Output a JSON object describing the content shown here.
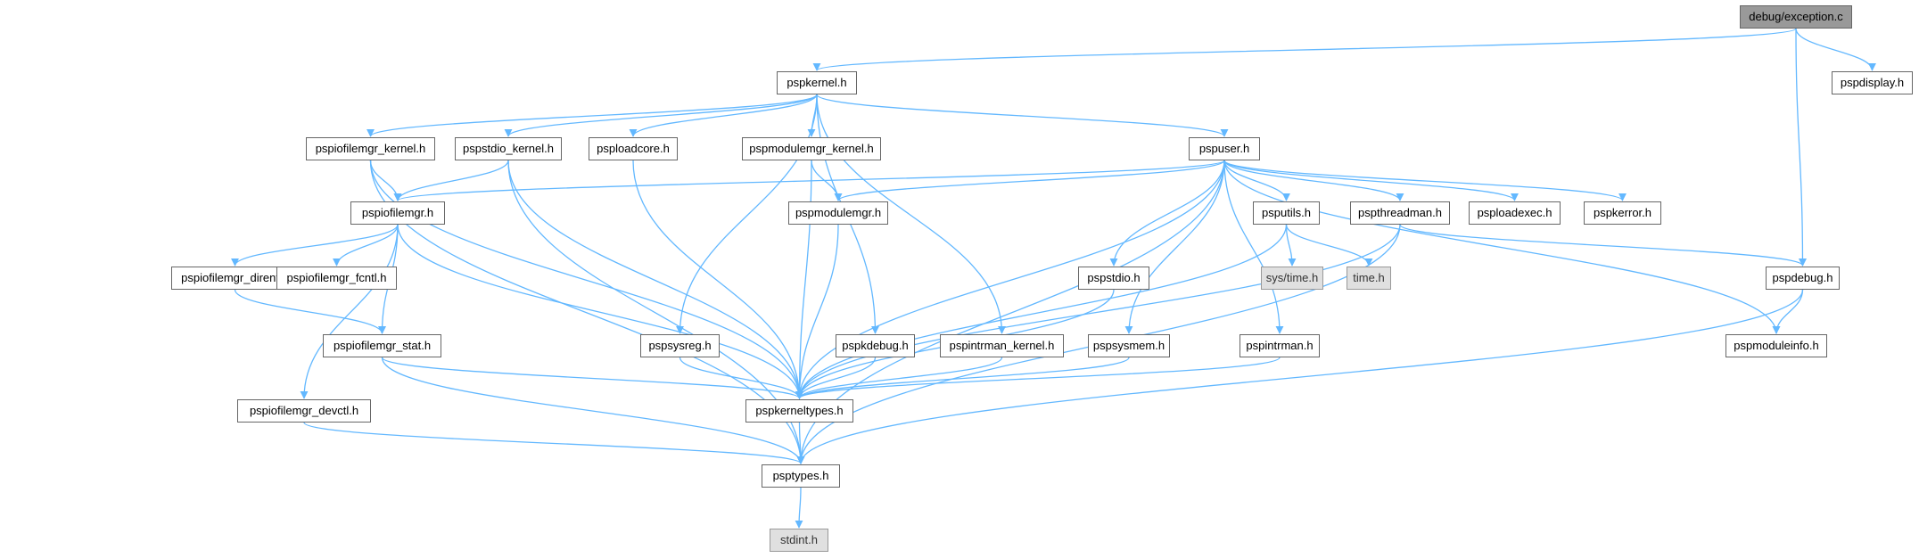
{
  "graph_title": "",
  "colors": {
    "edge": "#63b8ff",
    "node_border": "#666666",
    "root_fill": "#999999",
    "system_fill": "#e0e0e0"
  },
  "nodes": [
    {
      "id": "exception",
      "label": "debug/exception.c",
      "kind": "root"
    },
    {
      "id": "pspkernel",
      "label": "pspkernel.h",
      "kind": "header"
    },
    {
      "id": "pspdisplay",
      "label": "pspdisplay.h",
      "kind": "header"
    },
    {
      "id": "pspdebug",
      "label": "pspdebug.h",
      "kind": "header"
    },
    {
      "id": "pspiofilemgr_kernel",
      "label": "pspiofilemgr_kernel.h",
      "kind": "header"
    },
    {
      "id": "pspstdio_kernel",
      "label": "pspstdio_kernel.h",
      "kind": "header"
    },
    {
      "id": "psploadcore",
      "label": "psploadcore.h",
      "kind": "header"
    },
    {
      "id": "pspmodulemgr_kernel",
      "label": "pspmodulemgr_kernel.h",
      "kind": "header"
    },
    {
      "id": "pspuser",
      "label": "pspuser.h",
      "kind": "header"
    },
    {
      "id": "pspiofilemgr",
      "label": "pspiofilemgr.h",
      "kind": "header"
    },
    {
      "id": "pspmodulemgr",
      "label": "pspmodulemgr.h",
      "kind": "header"
    },
    {
      "id": "psputils",
      "label": "psputils.h",
      "kind": "header"
    },
    {
      "id": "pspthreadman",
      "label": "pspthreadman.h",
      "kind": "header"
    },
    {
      "id": "psploadexec",
      "label": "psploadexec.h",
      "kind": "header"
    },
    {
      "id": "pspkerror",
      "label": "pspkerror.h",
      "kind": "header"
    },
    {
      "id": "pspiofilemgr_dirent",
      "label": "pspiofilemgr_dirent.h",
      "kind": "header"
    },
    {
      "id": "pspiofilemgr_fcntl",
      "label": "pspiofilemgr_fcntl.h",
      "kind": "header"
    },
    {
      "id": "pspstdio",
      "label": "pspstdio.h",
      "kind": "header"
    },
    {
      "id": "systime",
      "label": "sys/time.h",
      "kind": "system"
    },
    {
      "id": "time",
      "label": "time.h",
      "kind": "system"
    },
    {
      "id": "pspiofilemgr_stat",
      "label": "pspiofilemgr_stat.h",
      "kind": "header"
    },
    {
      "id": "pspsysreg",
      "label": "pspsysreg.h",
      "kind": "header"
    },
    {
      "id": "pspkdebug",
      "label": "pspkdebug.h",
      "kind": "header"
    },
    {
      "id": "pspintrman_kernel",
      "label": "pspintrman_kernel.h",
      "kind": "header"
    },
    {
      "id": "pspsysmem",
      "label": "pspsysmem.h",
      "kind": "header"
    },
    {
      "id": "pspintrman",
      "label": "pspintrman.h",
      "kind": "header"
    },
    {
      "id": "pspmoduleinfo",
      "label": "pspmoduleinfo.h",
      "kind": "header"
    },
    {
      "id": "pspiofilemgr_devctl",
      "label": "pspiofilemgr_devctl.h",
      "kind": "header"
    },
    {
      "id": "pspkerneltypes",
      "label": "pspkerneltypes.h",
      "kind": "header"
    },
    {
      "id": "psptypes",
      "label": "psptypes.h",
      "kind": "header"
    },
    {
      "id": "stdint",
      "label": "stdint.h",
      "kind": "system"
    }
  ],
  "edges": [
    [
      "exception",
      "pspkernel"
    ],
    [
      "exception",
      "pspdisplay"
    ],
    [
      "exception",
      "pspdebug"
    ],
    [
      "pspkernel",
      "pspiofilemgr_kernel"
    ],
    [
      "pspkernel",
      "pspstdio_kernel"
    ],
    [
      "pspkernel",
      "psploadcore"
    ],
    [
      "pspkernel",
      "pspmodulemgr_kernel"
    ],
    [
      "pspkernel",
      "pspuser"
    ],
    [
      "pspkernel",
      "pspsysreg"
    ],
    [
      "pspkernel",
      "pspkdebug"
    ],
    [
      "pspkernel",
      "pspintrman_kernel"
    ],
    [
      "pspiofilemgr_kernel",
      "pspiofilemgr"
    ],
    [
      "pspiofilemgr_kernel",
      "pspkerneltypes"
    ],
    [
      "pspiofilemgr_kernel",
      "psptypes"
    ],
    [
      "pspstdio_kernel",
      "pspiofilemgr"
    ],
    [
      "pspstdio_kernel",
      "pspkerneltypes"
    ],
    [
      "pspstdio_kernel",
      "psptypes"
    ],
    [
      "psploadcore",
      "pspkerneltypes"
    ],
    [
      "pspmodulemgr_kernel",
      "pspmodulemgr"
    ],
    [
      "pspmodulemgr_kernel",
      "pspkerneltypes"
    ],
    [
      "pspuser",
      "pspiofilemgr"
    ],
    [
      "pspuser",
      "pspmodulemgr"
    ],
    [
      "pspuser",
      "psputils"
    ],
    [
      "pspuser",
      "pspthreadman"
    ],
    [
      "pspuser",
      "psploadexec"
    ],
    [
      "pspuser",
      "pspkerror"
    ],
    [
      "pspuser",
      "pspstdio"
    ],
    [
      "pspuser",
      "pspsysmem"
    ],
    [
      "pspuser",
      "pspintrman"
    ],
    [
      "pspuser",
      "pspmoduleinfo"
    ],
    [
      "pspuser",
      "pspkerneltypes"
    ],
    [
      "pspuser",
      "psptypes"
    ],
    [
      "pspiofilemgr",
      "pspiofilemgr_dirent"
    ],
    [
      "pspiofilemgr",
      "pspiofilemgr_fcntl"
    ],
    [
      "pspiofilemgr",
      "pspiofilemgr_stat"
    ],
    [
      "pspiofilemgr",
      "pspiofilemgr_devctl"
    ],
    [
      "pspiofilemgr",
      "pspkerneltypes"
    ],
    [
      "pspiofilemgr_dirent",
      "pspiofilemgr_stat"
    ],
    [
      "pspiofilemgr_stat",
      "pspkerneltypes"
    ],
    [
      "pspiofilemgr_stat",
      "psptypes"
    ],
    [
      "pspiofilemgr_devctl",
      "psptypes"
    ],
    [
      "pspmodulemgr",
      "pspkerneltypes"
    ],
    [
      "psputils",
      "systime"
    ],
    [
      "psputils",
      "time"
    ],
    [
      "psputils",
      "pspkerneltypes"
    ],
    [
      "pspthreadman",
      "pspdebug"
    ],
    [
      "pspthreadman",
      "pspkerneltypes"
    ],
    [
      "pspthreadman",
      "psptypes"
    ],
    [
      "pspstdio",
      "pspkerneltypes"
    ],
    [
      "pspsysmem",
      "pspkerneltypes"
    ],
    [
      "pspintrman",
      "pspkerneltypes"
    ],
    [
      "pspsysreg",
      "pspkerneltypes"
    ],
    [
      "pspkdebug",
      "pspkerneltypes"
    ],
    [
      "pspintrman_kernel",
      "pspkerneltypes"
    ],
    [
      "pspdebug",
      "pspmoduleinfo"
    ],
    [
      "pspdebug",
      "psptypes"
    ],
    [
      "pspkerneltypes",
      "psptypes"
    ],
    [
      "psptypes",
      "stdint"
    ]
  ]
}
